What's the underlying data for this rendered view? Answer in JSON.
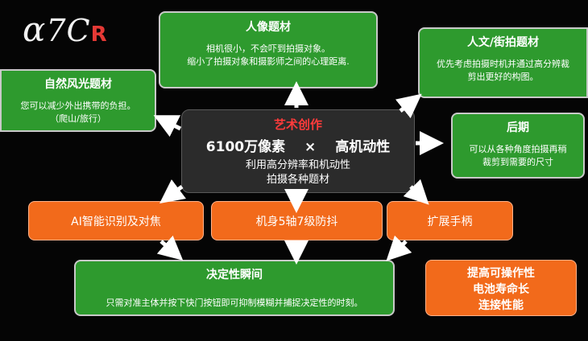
{
  "logo": {
    "alpha": "α",
    "model": "7C",
    "suffix": "R"
  },
  "center": {
    "title": "艺术创作",
    "line1": "6100万像素",
    "times": "×",
    "line2": "高机动性",
    "desc1": "利用高分辨率和机动性",
    "desc2": "拍摄各种题材"
  },
  "portrait": {
    "title": "人像题材",
    "desc1": "相机很小，不会吓到拍摄对象。",
    "desc2": "缩小了拍摄对象和摄影师之间的心理距离."
  },
  "landscape": {
    "title": "自然风光题材",
    "desc1": "您可以减少外出携带的负担。",
    "desc2": "（爬山/旅行）"
  },
  "street": {
    "title": "人文/街拍题材",
    "desc1": "优先考虑拍摄时机并通过高分辨裁",
    "desc2": "剪出更好的构图。"
  },
  "post": {
    "title": "后期",
    "desc1": "可以从各种角度拍摄再稍",
    "desc2": "裁剪到需要的尺寸"
  },
  "af": {
    "label": "AI智能识别及对焦"
  },
  "ibis": {
    "label": "机身5轴7级防抖"
  },
  "grip": {
    "label": "扩展手柄"
  },
  "decisive": {
    "title": "决定性瞬间",
    "desc": "只需对准主体并按下快门按钮即可抑制模糊并捕捉决定性的时刻。"
  },
  "operability": {
    "line1": "提高可操作性",
    "line2": "电池寿命长",
    "line3": "连接性能"
  },
  "colors": {
    "green": "#2e9a2e",
    "orange": "#f26a1b",
    "center_bg": "#2b2b2b",
    "accent_red": "#e53935",
    "arrow": "#ffffff"
  }
}
